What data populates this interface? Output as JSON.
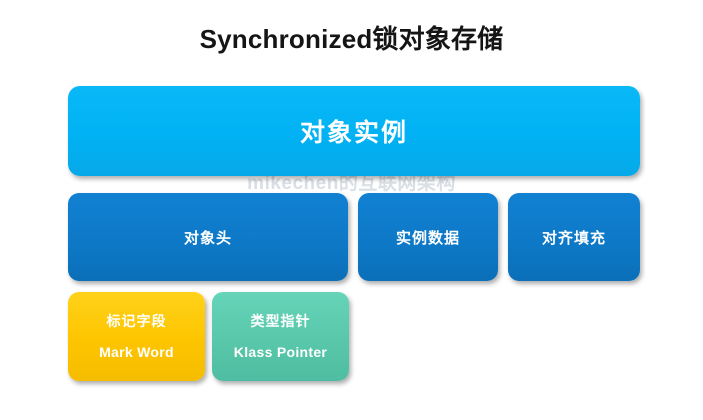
{
  "slide": {
    "title": "Synchronized锁对象存储",
    "watermark": "mikechen的互联网架构",
    "colors": {
      "instance": "#01b2f4",
      "row2": "#0d78c6",
      "mark_word": "#fdc800",
      "klass_pointer": "#59c7aa",
      "title_text": "#151515",
      "box_text": "#ffffff"
    },
    "instance_box": {
      "label": "对象实例"
    },
    "structure_boxes": [
      {
        "label": "对象头"
      },
      {
        "label": "实例数据"
      },
      {
        "label": "对齐填充"
      }
    ],
    "header_detail_boxes": [
      {
        "label_cn": "标记字段",
        "label_en": "Mark Word"
      },
      {
        "label_cn": "类型指针",
        "label_en": "Klass Pointer"
      }
    ]
  }
}
